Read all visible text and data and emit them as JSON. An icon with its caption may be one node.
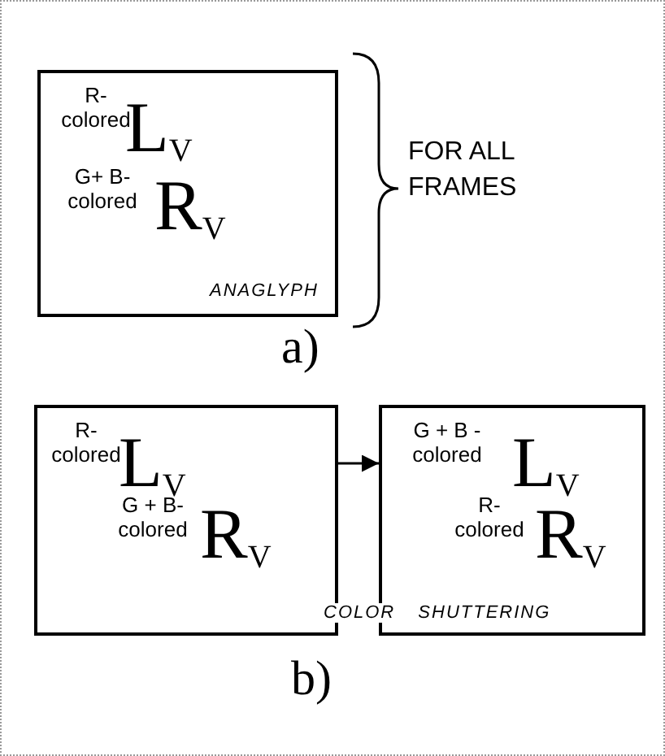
{
  "diagram": {
    "nodes": [
      {
        "text": [
          "R- colored",
          "L$_{V}$",
          "G+ B- colored",
          "R$_{V}$",
          "ANAGLYPH"
        ]
      },
      {
        "text": [
          "R- colored",
          "L$_{V}$",
          "G + B- colored",
          "R$_{V}$"
        ]
      },
      {
        "text": [
          "G + B - colored",
          "L$_{V}$",
          "R- colored",
          "R$_{V}$"
        ]
      }
    ],
    "edges": [
      {
        "from": 1,
        "to": 2,
        "arrow": "to"
      }
    ],
    "labels": [
      "FOR ALL FRAMES",
      "a)",
      "COLOR SHUTTERING",
      "b)"
    ]
  }
}
